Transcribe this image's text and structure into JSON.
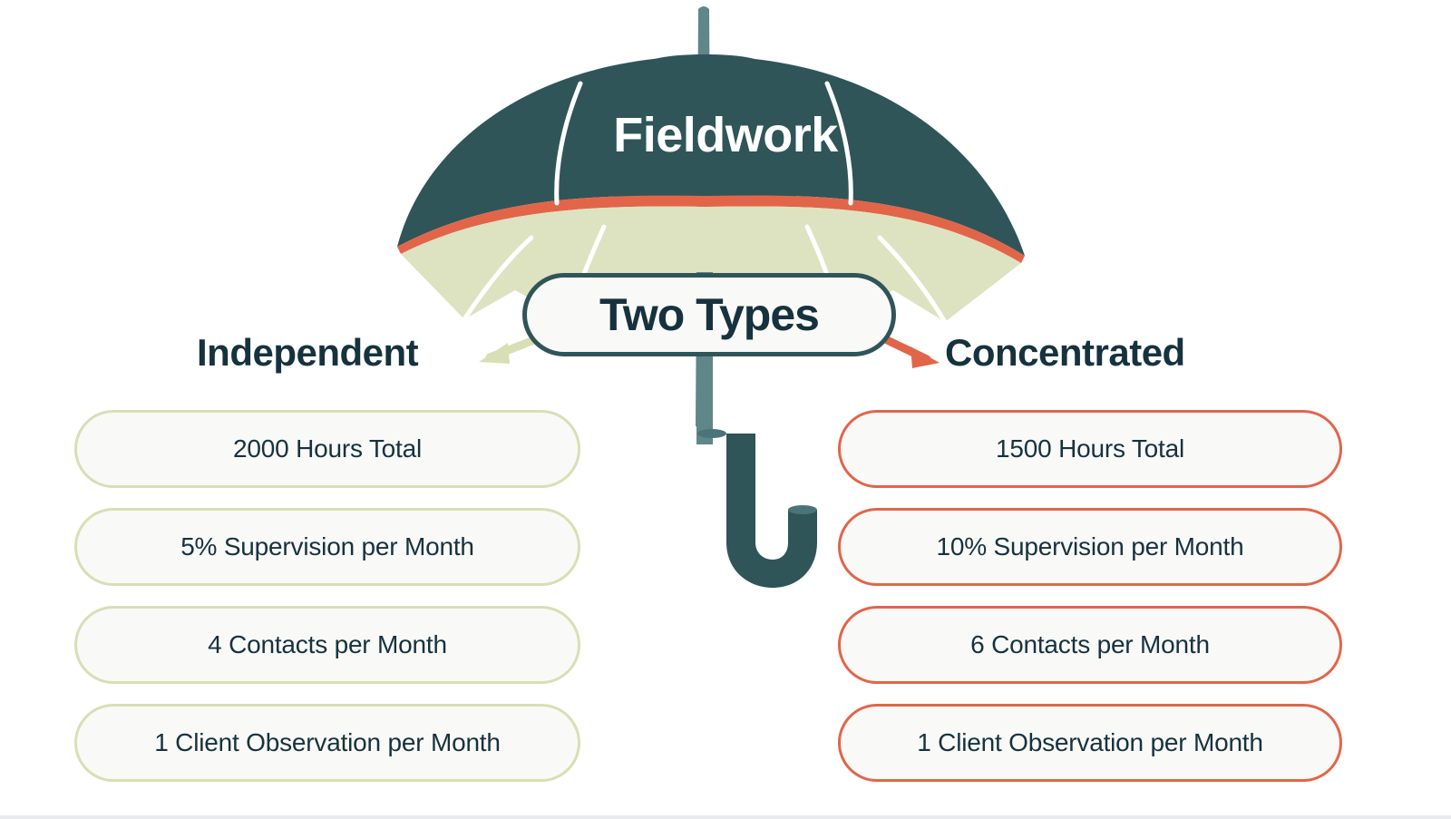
{
  "canopy": {
    "title": "Fieldwork"
  },
  "badge": {
    "label": "Two Types"
  },
  "columns": [
    {
      "key": "independent",
      "heading": "Independent",
      "accent": "#d8dfb4",
      "items": [
        "2000 Hours Total",
        "5% Supervision per Month",
        "4 Contacts per Month",
        "1 Client Observation per Month"
      ]
    },
    {
      "key": "concentrated",
      "heading": "Concentrated",
      "accent": "#e2654a",
      "items": [
        "1500 Hours Total",
        "10% Supervision per Month",
        "6 Contacts per Month",
        "1 Client Observation per Month"
      ]
    }
  ],
  "icons": {
    "umbrella": "umbrella-icon",
    "arrow_left": "arrow-left-icon",
    "arrow_right": "arrow-right-icon"
  },
  "colors": {
    "canopy_dark": "#2f5558",
    "canopy_light": "#dde3c0",
    "accent_orange": "#e2654a",
    "accent_green": "#d8dfb4",
    "text_dark": "#17323f",
    "pill_bg": "#f9f9f7",
    "page_bg": "#ffffff",
    "shaft_light": "#5f8689",
    "divider": "#e8eaee"
  }
}
